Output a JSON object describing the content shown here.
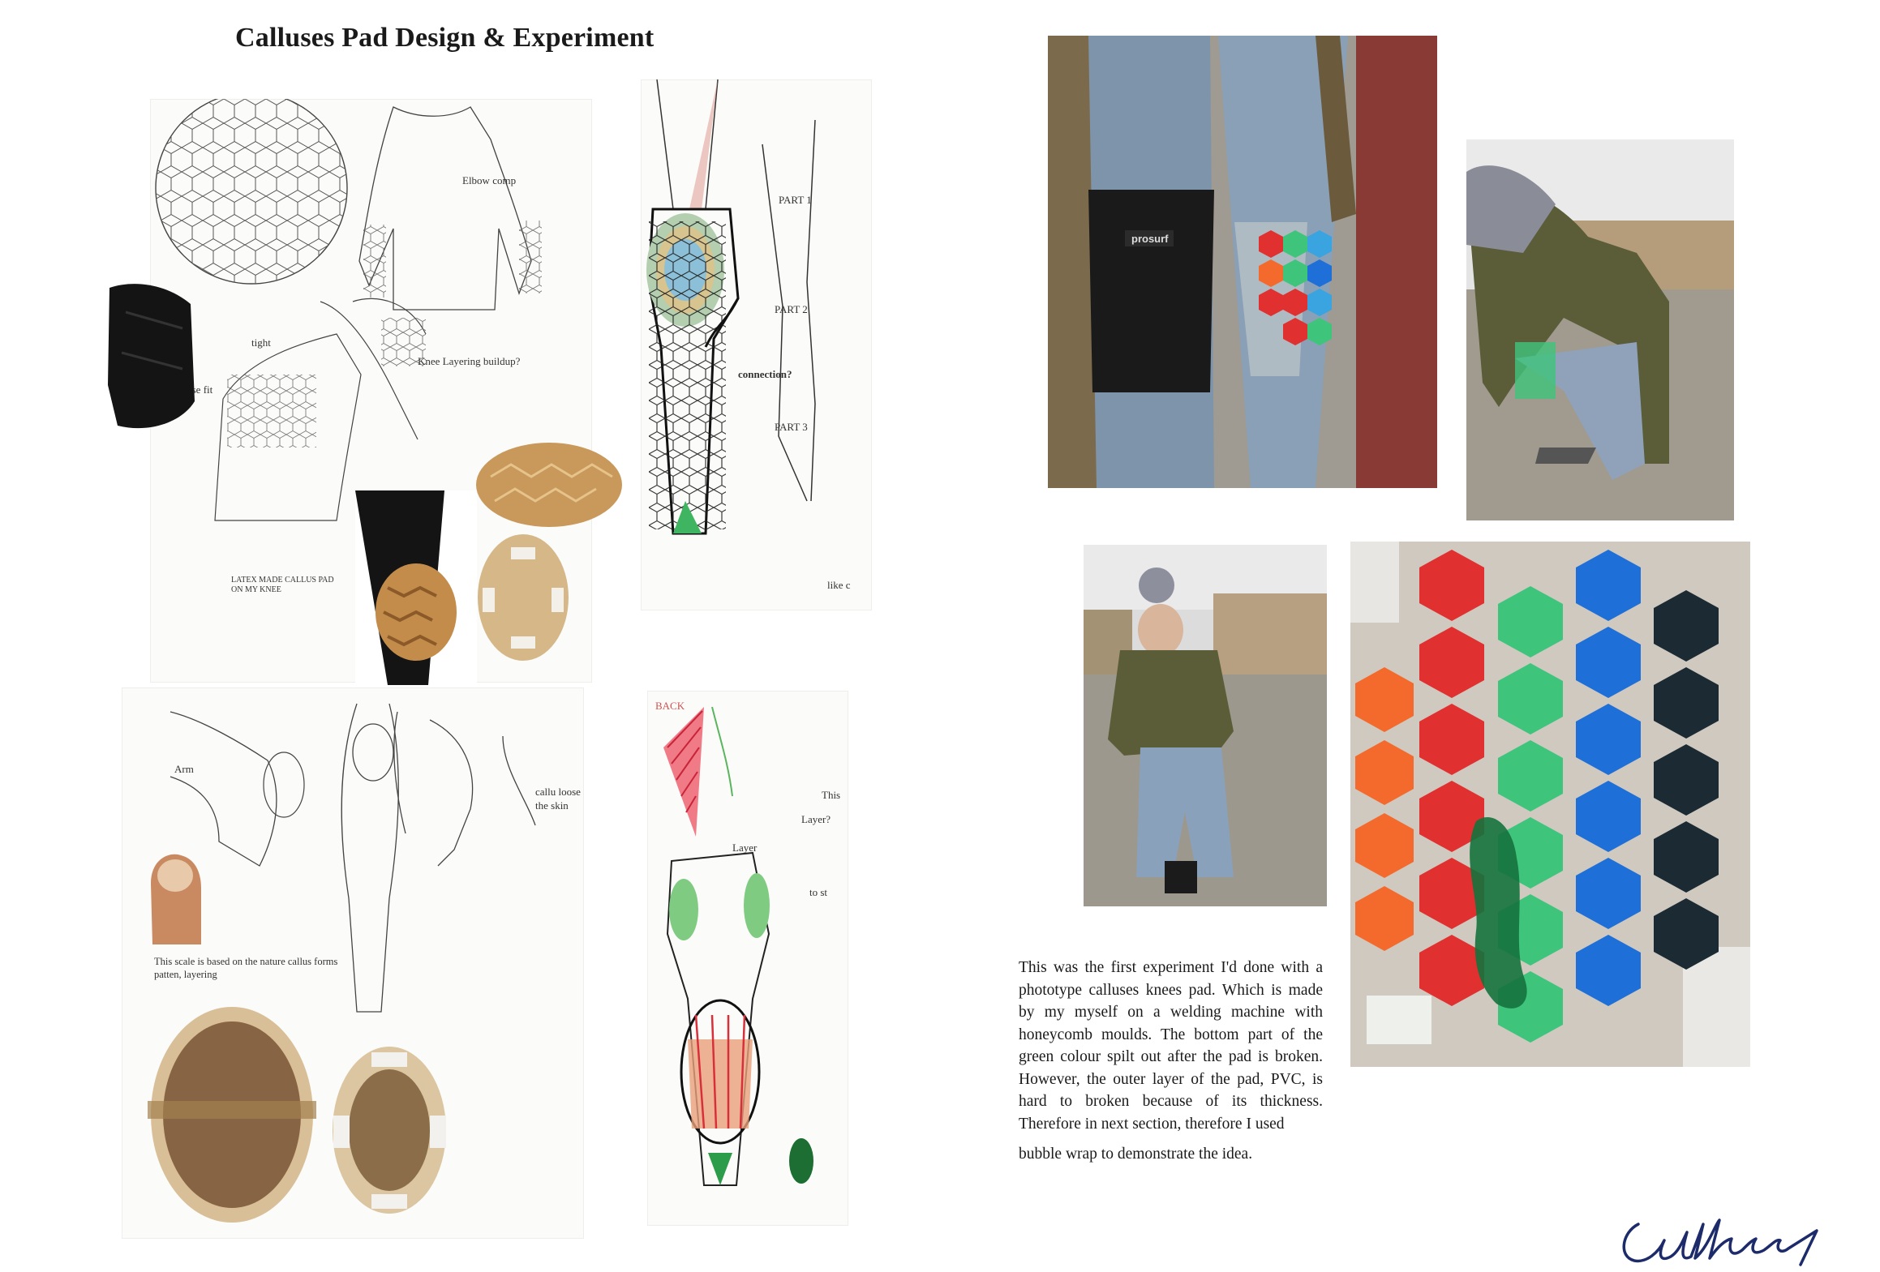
{
  "page": {
    "title": "Calluses Pad Design & Experiment"
  },
  "sketches": {
    "top_left": {
      "label_elbow": "Elbow comp",
      "label_tight": "tight",
      "label_loose": "loose fit",
      "label_knee": "Knee Layering buildup?",
      "caption": "LATEX MADE CALLUS PAD ON MY KNEE"
    },
    "top_right": {
      "part1": "PART 1",
      "part2": "PART 2",
      "part3": "PART 3",
      "connection": "connection?",
      "like": "like c"
    },
    "bottom_left": {
      "label_arm": "Arm",
      "label_side": "callu loose the skin",
      "caption": "This scale is based on the nature callus forms patten, layering"
    },
    "bottom_right": {
      "back": "BACK",
      "this": "This",
      "layer_q": "Layer?",
      "layer": "Layer",
      "to": "to st"
    }
  },
  "photos": {
    "knee_brand": "prosurf"
  },
  "experiment_text": {
    "paragraph": "This was the first experiment I'd done with a phototype calluses knees pad. Which is made by my myself on a welding machine with honeycomb moulds. The bottom part of the green colour spilt out after the pad is broken. However, the outer layer of the pad, PVC, is hard to broken because of its thickness. Therefore in next section, therefore I used",
    "last_line": "bubble wrap to demonstrate the idea."
  },
  "colors": {
    "red": "#e0302f",
    "green": "#3fc47c",
    "blue": "#1f6fd8",
    "orange": "#f46a2c",
    "black": "#1b2a33",
    "signature": "#1d2b6b"
  }
}
